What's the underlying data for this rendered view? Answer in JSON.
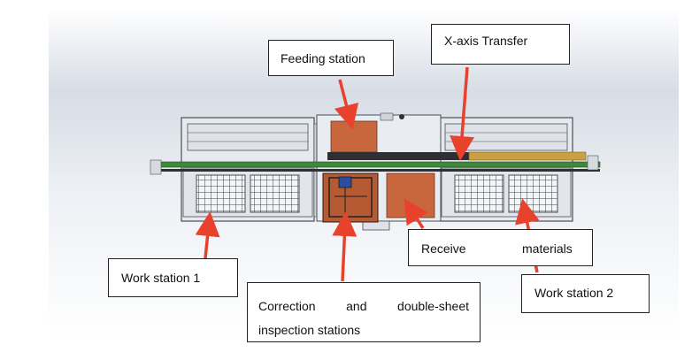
{
  "labels": {
    "feeding_station": "Feeding station",
    "x_axis_transfer": "X-axis Transfer",
    "work_station_1": "Work station 1",
    "receive_materials_1": "Receive",
    "receive_materials_2": "materials",
    "correction_line1": "Correction and double-sheet",
    "correction_line2": "inspection stations",
    "work_station_2": "Work station 2"
  },
  "colors": {
    "background_gradient_top": "#d9dfe8",
    "background_gradient_mid": "#eef1f5",
    "machine_frame": "#e6e9ee",
    "frame_stroke": "#4a4f57",
    "copper_plate": "#c8673d",
    "arrow_red": "#e8412c",
    "rail_green": "#3e8a3a",
    "gold_rail": "#c9a143",
    "dark_rail": "#2f2f33"
  }
}
